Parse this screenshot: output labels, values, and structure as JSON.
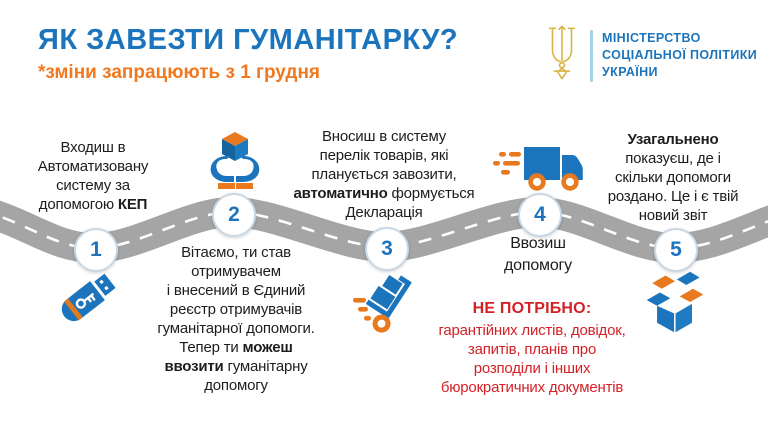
{
  "header": {
    "title": "ЯК ЗАВЕЗТИ ГУМАНІТАРКУ?",
    "subtitle": "*зміни запрацюють з 1 грудня"
  },
  "ministry": {
    "line1": "МІНІСТЕРСТВО",
    "line2": "СОЦІАЛЬНОЇ ПОЛІТИКИ",
    "line3": "УКРАЇНИ",
    "emblem": "tryzub-icon"
  },
  "steps": [
    {
      "number": "1",
      "icon": "usb-flash-drive-icon",
      "text": [
        [
          "Входиш в"
        ],
        [
          "Автоматизовану"
        ],
        [
          "систему за"
        ],
        [
          "допомогою ",
          {
            "t": "КЕП",
            "b": 1
          }
        ]
      ]
    },
    {
      "number": "2",
      "icon": "hands-holding-box-icon",
      "text": [
        [
          "Вітаємо, ти став"
        ],
        [
          "отримувачем"
        ],
        [
          "і внесений в Єдиний"
        ],
        [
          "реєстр отримувачів"
        ],
        [
          "гуманітарної допомоги."
        ],
        [
          "Тепер ти ",
          {
            "t": "можеш",
            "b": 1
          }
        ],
        [
          {
            "t": "ввозити",
            "b": 1
          },
          " гуманітарну"
        ],
        [
          "допомогу"
        ]
      ]
    },
    {
      "number": "3",
      "icon": "hand-truck-icon",
      "text": [
        [
          "Вносиш в систему"
        ],
        [
          "перелік товарів, які"
        ],
        [
          "планується завозити,"
        ],
        [
          {
            "t": "автоматично",
            "b": 1
          },
          " формується"
        ],
        [
          "Декларація"
        ]
      ]
    },
    {
      "number": "4",
      "icon": "delivery-truck-icon",
      "text": [
        [
          "Ввозиш"
        ],
        [
          "допомогу"
        ]
      ]
    },
    {
      "number": "5",
      "icon": "open-box-icon",
      "text": [
        [
          {
            "t": "Узагальнено",
            "b": 1
          }
        ],
        [
          "показуєш, де і"
        ],
        [
          "скільки допомоги"
        ],
        [
          "роздано. Це і є твій"
        ],
        [
          "новий звіт"
        ]
      ]
    }
  ],
  "not_needed": {
    "title": "НЕ ПОТРІБНО:",
    "text": [
      [
        "гарантійних листів, довідок,"
      ],
      [
        "запитів, планів про"
      ],
      [
        "розподіли і інших"
      ],
      [
        "бюрократичних документів"
      ]
    ]
  },
  "colors": {
    "accent_blue": "#1C75BC",
    "accent_orange": "#F0791F",
    "alert_red": "#D42127",
    "road_gray": "#A5A5A5",
    "emblem_gold": "#D9B545"
  }
}
